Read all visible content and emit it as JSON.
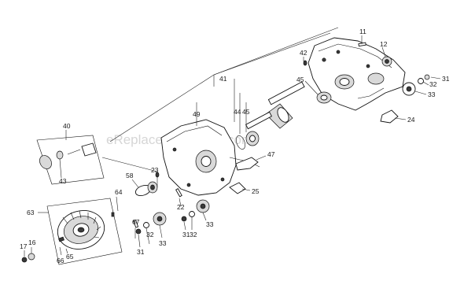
{
  "watermark": "eReplacementParts.com",
  "callouts": {
    "c11": "11",
    "c12": "12",
    "c42": "42",
    "c45a": "45",
    "c31a": "31",
    "c32a": "32",
    "c33a": "33",
    "c24": "24",
    "c41": "41",
    "c49": "49",
    "c44": "44",
    "c45b": "45",
    "c47": "47",
    "c40": "40",
    "c43": "43",
    "c23": "23",
    "c58": "58",
    "c64": "64",
    "c22": "22",
    "c25": "25",
    "c63": "63",
    "c67": "67",
    "c32b": "32",
    "c33b": "33",
    "c31b": "31",
    "c32c": "32",
    "c33c": "33",
    "c31c": "31",
    "c17": "17",
    "c16": "16",
    "c66": "66",
    "c65": "65"
  }
}
